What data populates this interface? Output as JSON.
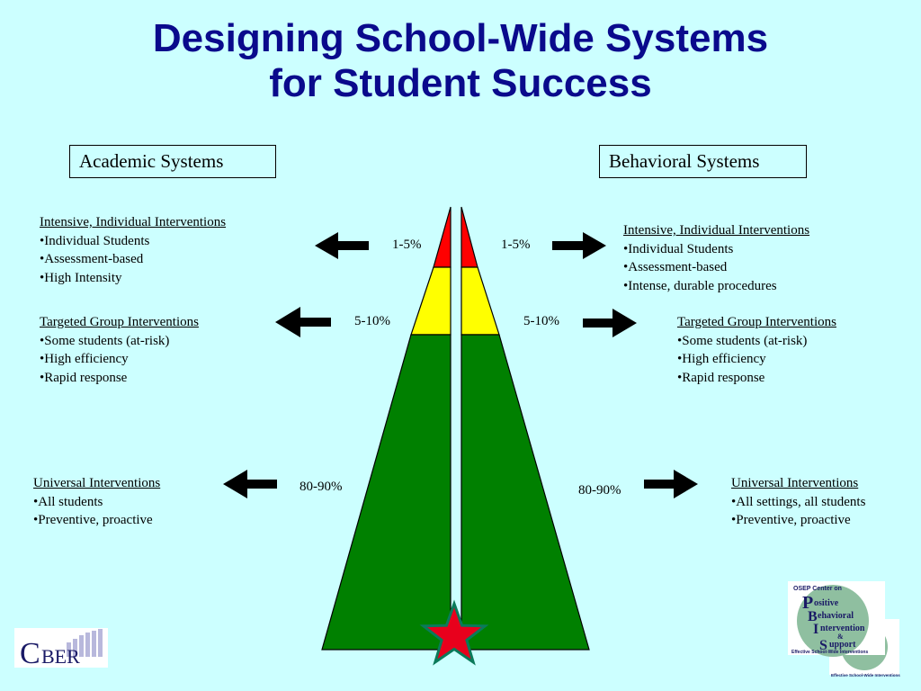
{
  "title": {
    "line1": "Designing School-Wide Systems",
    "line2": "for Student Success"
  },
  "academic": {
    "header": "Academic Systems",
    "tiers": [
      {
        "heading": "Intensive, Individual Interventions",
        "items": [
          "•Individual Students",
          "•Assessment-based",
          "•High Intensity"
        ],
        "percent": "1-5%"
      },
      {
        "heading": "Targeted Group Interventions",
        "items": [
          "•Some students (at-risk)",
          "•High efficiency",
          "•Rapid response"
        ],
        "percent": "5-10%"
      },
      {
        "heading": "Universal Interventions",
        "items": [
          "•All students",
          "•Preventive,  proactive"
        ],
        "percent": "80-90%"
      }
    ]
  },
  "behavioral": {
    "header": "Behavioral Systems",
    "tiers": [
      {
        "heading": "Intensive, Individual Interventions",
        "items": [
          "•Individual Students",
          "•Assessment-based",
          "•Intense, durable procedures"
        ],
        "percent": "1-5%"
      },
      {
        "heading": "Targeted Group Interventions",
        "items": [
          "•Some students (at-risk)",
          "•High efficiency",
          "•Rapid response"
        ],
        "percent": "5-10%"
      },
      {
        "heading": "Universal Interventions",
        "items": [
          "•All settings, all students",
          "•Preventive,  proactive"
        ],
        "percent": "80-90%"
      }
    ]
  },
  "colors": {
    "background": "#ccffff",
    "title": "#0a0a8c",
    "tier_intensive": "#ff0000",
    "tier_targeted": "#ffff00",
    "tier_universal": "#008000",
    "star": "#e8001c"
  },
  "logos": {
    "cber": {
      "text": "CBER"
    },
    "pbis": {
      "text_top": "OSEP Center on",
      "letters": [
        "P",
        "B",
        "I",
        "S"
      ],
      "words": [
        "ositive",
        "ehavioral",
        "ntervention",
        "upport"
      ],
      "tagline": "Effective School-Wide Interventions"
    }
  }
}
